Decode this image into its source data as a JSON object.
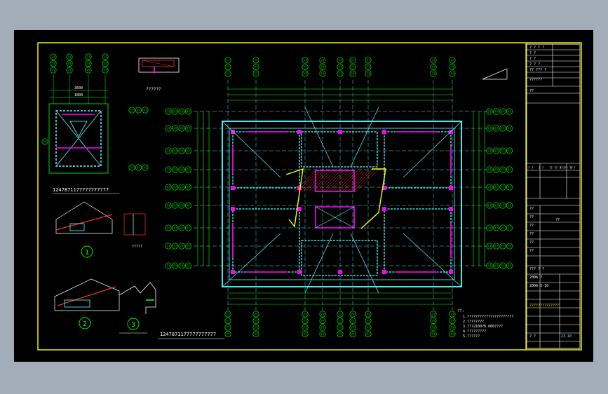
{
  "colors": {
    "bg": "#a3adb9",
    "sheet": "#000000",
    "frame": "#ffff00",
    "grid": "#00ff00",
    "beam": "#55ffff",
    "column": "#ff00ff",
    "text": "#ffffff",
    "hatch": "#ff3030",
    "accent": "#ffff00"
  },
  "drawing": {
    "axis_marker": "??",
    "detail_main_title": "1247871177777777777",
    "plan_title": "1247871177777777777",
    "section_label": "??????",
    "small_label": "?????",
    "callouts": [
      "1",
      "2",
      "3"
    ]
  },
  "notes": {
    "heading": "??:",
    "lines": [
      "1.??????????????????????",
      "2.????????",
      "3.???2100?0.0007???",
      "4.?????????",
      "5.??????"
    ]
  },
  "title_block": {
    "rows": [
      "? ? ? ?",
      "? ?",
      "? ?",
      "? ? ?",
      "?? ??? ?",
      "??????",
      "??",
      "??",
      "??",
      "??",
      "??",
      "??",
      "??",
      "??? ? ?",
      "2006 ?",
      "2006-3-18",
      "??????????????",
      "? ?",
      "23-10"
    ],
    "revision_headers": [
      "? ?",
      "? ?",
      "?? ?? ?? ?? ??",
      "? ?",
      "? ?"
    ],
    "ref_text": "??"
  }
}
